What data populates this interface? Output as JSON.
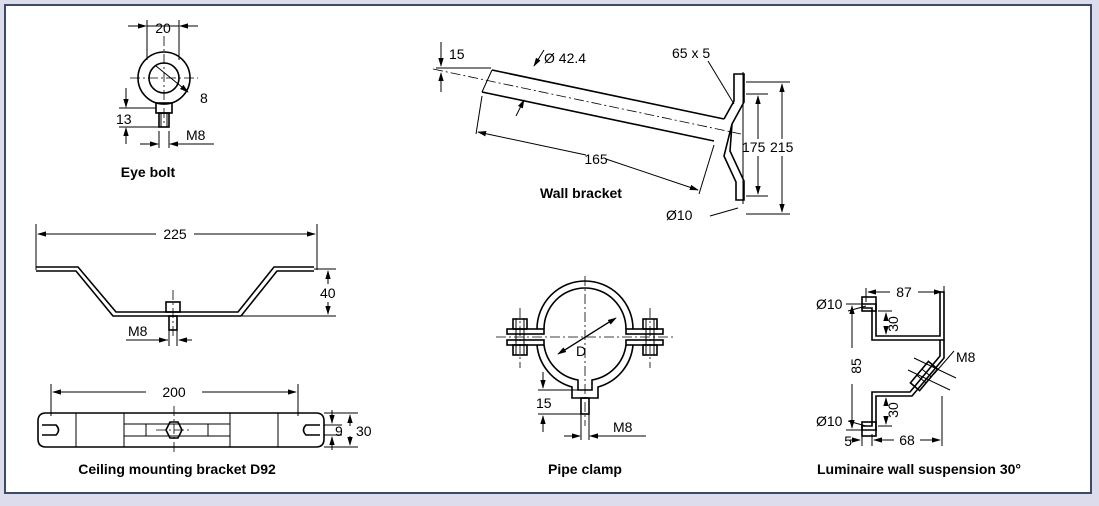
{
  "colors": {
    "frame": "#3a4a6a",
    "background": "#dcdcec",
    "paper": "#ffffff",
    "ink": "#000000"
  },
  "eye_bolt": {
    "caption": "Eye bolt",
    "d_width": "20",
    "d_ring": "8",
    "d_shank": "13",
    "d_thread": "M8"
  },
  "wall_bracket": {
    "caption": "Wall bracket",
    "d_angle": "15",
    "d_tube": "Ø 42.4",
    "d_plate": "65 x 5",
    "d_length": "165",
    "d_hole": "Ø10",
    "d_inner": "175",
    "d_outer": "215"
  },
  "ceiling_bracket": {
    "caption": "Ceiling mounting bracket D92",
    "d_top_width": "225",
    "d_height": "40",
    "d_thread": "M8",
    "d_bottom_width": "200",
    "d_slot": "9",
    "d_depth": "30"
  },
  "pipe_clamp": {
    "caption": "Pipe clamp",
    "d_diameter": "D",
    "d_foot": "15",
    "d_thread": "M8"
  },
  "suspension": {
    "caption": "Luminaire wall suspension 30°",
    "d_width": "87",
    "d_hole_top": "Ø10",
    "d_top_leg": "30",
    "d_height": "85",
    "d_thread": "M8",
    "d_hole_bottom": "Ø10",
    "d_bottom_leg": "30",
    "d_offset": "5",
    "d_base": "68"
  }
}
